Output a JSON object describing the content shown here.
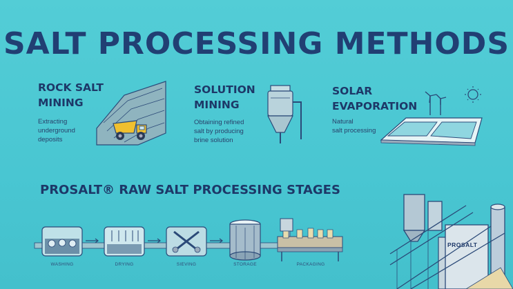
{
  "title": "SALT PROCESSING METHODS",
  "methods": [
    {
      "title_line1": "ROCK SALT",
      "title_line2": "MINING",
      "desc_line1": "Extracting",
      "desc_line2": "underground",
      "desc_line3": "deposits",
      "icon": "dump-truck-icon"
    },
    {
      "title_line1": "SOLUTION",
      "title_line2": "MINING",
      "desc_line1": "Obtaining refined",
      "desc_line2": "salt by producing",
      "desc_line3": "brine solution",
      "icon": "tank-icon"
    },
    {
      "title_line1": "SOLAR",
      "title_line2": "EVAPORATION",
      "desc_line1": "Natural",
      "desc_line2": "salt processing",
      "icon": "evaporation-pond-icon"
    }
  ],
  "stages_title": "PROSALT® RAW SALT PROCESSING STAGES",
  "stages": [
    {
      "label": "WASHING"
    },
    {
      "label": "DRYING"
    },
    {
      "label": "SIEVING"
    },
    {
      "label": "STORAGE"
    },
    {
      "label": "PACKAGING"
    }
  ],
  "plant_label": "PROSALT",
  "colors": {
    "background": "#4ec9d4",
    "heading": "#213f73",
    "line": "#2b4a78"
  }
}
